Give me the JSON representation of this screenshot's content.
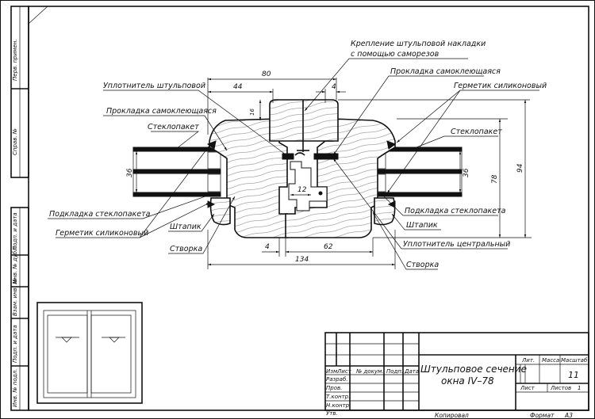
{
  "drawing": {
    "title_line1": "Штульповое сечение",
    "title_line2": "окна IV–78",
    "sheet_number": "11",
    "format_label": "Формат",
    "format_value": "А3",
    "copied_label": "Копировал"
  },
  "callouts": {
    "fastening_line1": "Крепление штульповой накладки",
    "fastening_line2": "с помощью саморезов",
    "seal_shtulp": "Уплотнитель штульповой",
    "gasket_self_left": "Прокладка самоклеющаяся",
    "gasket_self_right": "Прокладка самоклеющаяся",
    "silicone_right_top": "Герметик силиконовый",
    "glass_left": "Стеклопакет",
    "glass_right": "Стеклопакет",
    "underlay_left": "Подкладка стеклопакета",
    "underlay_right": "Подкладка стеклопакета",
    "silicone_left_bottom": "Герметик силиконовый",
    "bead_left": "Штапик",
    "bead_right": "Штапик",
    "sash_left": "Створка",
    "sash_right": "Створка",
    "seal_central": "Уплотнитель центральный"
  },
  "dimensions": {
    "d80": "80",
    "d44": "44",
    "d4_top": "4",
    "d16": "16",
    "d36_left": "36",
    "d36_right": "36",
    "d78": "78",
    "d94": "94",
    "d12": "12",
    "d4_bottom": "4",
    "d62": "62",
    "d134": "134"
  },
  "side_stamps": {
    "perv_primen": "Перв. примен.",
    "sprav": "Справ. №",
    "podp_data_1": "Подп. и дата",
    "inv_dubl": "Инв. № дубл.",
    "vzam_inv": "Взам. инв. №",
    "podp_data_2": "Подп. и дата",
    "inv_podl": "Инв. № подл."
  },
  "title_block": {
    "izm": "Изм",
    "list": "Лист",
    "n_dokum": "№ докум.",
    "podp": "Подп.",
    "data": "Дата",
    "razrab": "Разраб.",
    "prov": "Пров.",
    "t_kontr": "Т.контр.",
    "n_kontr": "Н.контр.",
    "utv": "Утв.",
    "lit": "Лит.",
    "massa": "Масса",
    "masshtab": "Масштаб",
    "list_bottom": "Лист",
    "listov": "Листов",
    "listov_value": "1"
  }
}
